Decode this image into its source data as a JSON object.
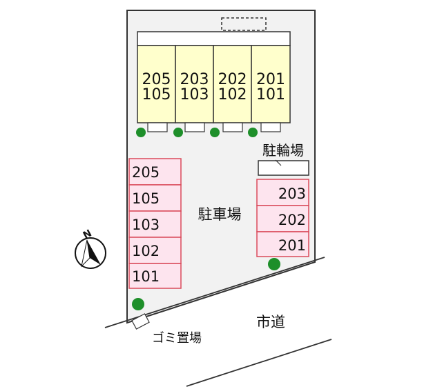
{
  "colors": {
    "lot_fill": "#f2f2f2",
    "building_fill": "#ffffcc",
    "parking_fill": "#fde4ee",
    "parking_stroke": "#d94a5a",
    "tree": "#1e8f2a",
    "outline": "#333333"
  },
  "building": {
    "units": [
      {
        "upper": "205",
        "lower": "105"
      },
      {
        "upper": "203",
        "lower": "103"
      },
      {
        "upper": "202",
        "lower": "102"
      },
      {
        "upper": "201",
        "lower": "101"
      }
    ]
  },
  "labels": {
    "bicycle_parking": "駐輪場",
    "parking_lot": "駐車場",
    "city_road": "市道",
    "garbage_area": "ゴミ置場",
    "north": "N"
  },
  "parking_left": [
    "205",
    "105",
    "103",
    "102",
    "101"
  ],
  "parking_right": [
    "203",
    "202",
    "201"
  ],
  "icons": {
    "compass": "north-arrow-icon",
    "tree": "tree-icon"
  }
}
